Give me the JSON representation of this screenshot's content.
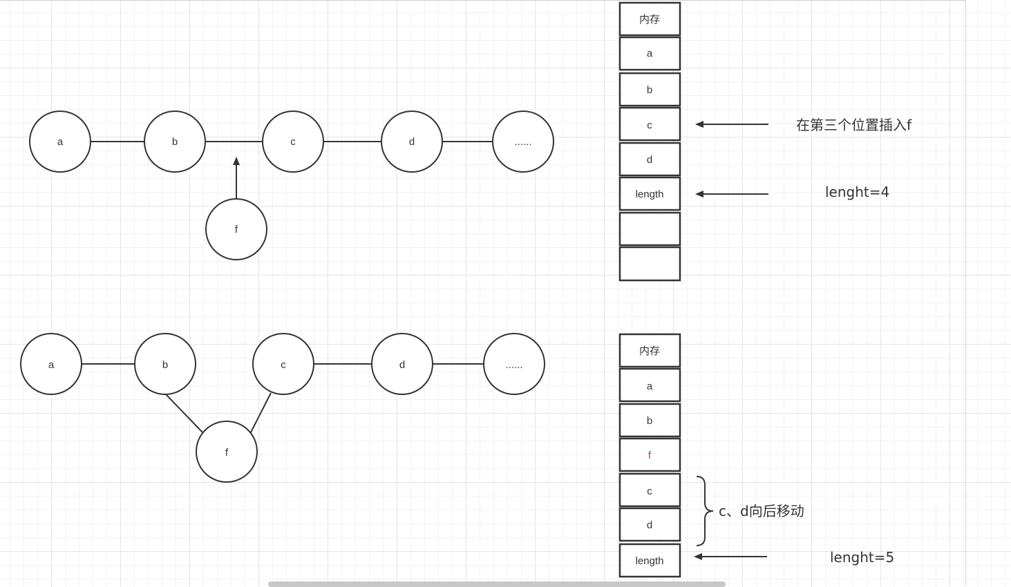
{
  "diagram_top": {
    "nodes": [
      {
        "id": "a",
        "label": "a"
      },
      {
        "id": "b",
        "label": "b"
      },
      {
        "id": "c",
        "label": "c"
      },
      {
        "id": "d",
        "label": "d"
      },
      {
        "id": "more",
        "label": "......"
      },
      {
        "id": "f",
        "label": "f"
      }
    ],
    "memory": [
      "内存",
      "a",
      "b",
      "c",
      "d",
      "length",
      "",
      ""
    ],
    "note_insert": "在第三个位置插入f",
    "note_length": "lenght=4"
  },
  "diagram_bottom": {
    "nodes": [
      {
        "id": "a",
        "label": "a"
      },
      {
        "id": "b",
        "label": "b"
      },
      {
        "id": "c",
        "label": "c"
      },
      {
        "id": "d",
        "label": "d"
      },
      {
        "id": "more",
        "label": "......"
      },
      {
        "id": "f",
        "label": "f"
      }
    ],
    "memory": [
      "内存",
      "a",
      "b",
      "f",
      "c",
      "d",
      "length"
    ],
    "highlight_color": "#d32f2f",
    "note_move": "c、d向后移动",
    "note_length": "lenght=5"
  }
}
